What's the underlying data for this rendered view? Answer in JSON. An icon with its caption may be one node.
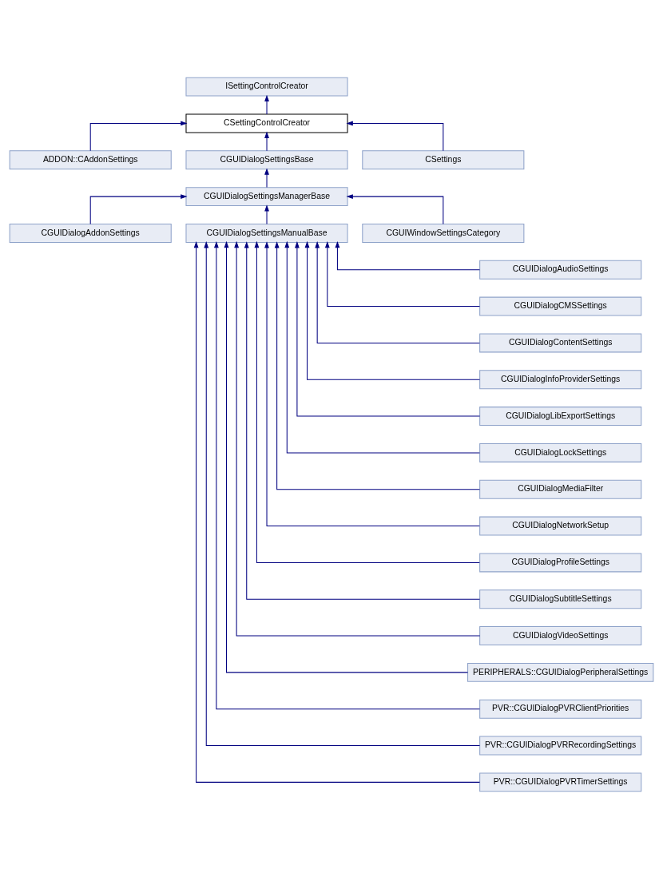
{
  "diagram": {
    "nodes": [
      {
        "text": [
          "ISettingControlCreator"
        ]
      },
      {
        "text": [
          "CSettingControlCreator"
        ]
      },
      {
        "text": [
          "ADDON::CAddonSettings"
        ]
      },
      {
        "text": [
          "CGUIDialogSettingsBase"
        ]
      },
      {
        "text": [
          "CSettings"
        ]
      },
      {
        "text": [
          "CGUIDialogSettingsManagerBase"
        ]
      },
      {
        "text": [
          "CGUIDialogAddonSettings"
        ]
      },
      {
        "text": [
          "CGUIDialogSettingsManualBase"
        ]
      },
      {
        "text": [
          "CGUIWindowSettingsCategory"
        ]
      },
      {
        "text": [
          "CGUIDialogAudioSettings"
        ]
      },
      {
        "text": [
          "CGUIDialogCMSSettings"
        ]
      },
      {
        "text": [
          "CGUIDialogContentSettings"
        ]
      },
      {
        "text": [
          "CGUIDialogInfoProviderSettings"
        ]
      },
      {
        "text": [
          "CGUIDialogLibExportSettings"
        ]
      },
      {
        "text": [
          "CGUIDialogLockSettings"
        ]
      },
      {
        "text": [
          "CGUIDialogMediaFilter"
        ]
      },
      {
        "text": [
          "CGUIDialogNetworkSetup"
        ]
      },
      {
        "text": [
          "CGUIDialogProfileSettings"
        ]
      },
      {
        "text": [
          "CGUIDialogSubtitleSettings"
        ]
      },
      {
        "text": [
          "CGUIDialogVideoSettings"
        ]
      },
      {
        "text": [
          "PERIPHERALS::CGUIDialogPeripheralSettings"
        ]
      },
      {
        "text": [
          "PVR::CGUIDialogPVRClientPriorities"
        ]
      },
      {
        "text": [
          "PVR::CGUIDialogPVRRecordingSettings"
        ]
      },
      {
        "text": [
          "PVR::CGUIDialogPVRTimerSettings"
        ]
      }
    ],
    "edges": [
      {
        "from": 1,
        "to": 0,
        "arrow": "to"
      },
      {
        "from": 2,
        "to": 1,
        "arrow": "to"
      },
      {
        "from": 3,
        "to": 1,
        "arrow": "to"
      },
      {
        "from": 4,
        "to": 1,
        "arrow": "to"
      },
      {
        "from": 5,
        "to": 3,
        "arrow": "to"
      },
      {
        "from": 6,
        "to": 5,
        "arrow": "to"
      },
      {
        "from": 7,
        "to": 5,
        "arrow": "to"
      },
      {
        "from": 8,
        "to": 5,
        "arrow": "to"
      },
      {
        "from": 9,
        "to": 7,
        "arrow": "to"
      },
      {
        "from": 10,
        "to": 7,
        "arrow": "to"
      },
      {
        "from": 11,
        "to": 7,
        "arrow": "to"
      },
      {
        "from": 12,
        "to": 7,
        "arrow": "to"
      },
      {
        "from": 13,
        "to": 7,
        "arrow": "to"
      },
      {
        "from": 14,
        "to": 7,
        "arrow": "to"
      },
      {
        "from": 15,
        "to": 7,
        "arrow": "to"
      },
      {
        "from": 16,
        "to": 7,
        "arrow": "to"
      },
      {
        "from": 17,
        "to": 7,
        "arrow": "to"
      },
      {
        "from": 18,
        "to": 7,
        "arrow": "to"
      },
      {
        "from": 19,
        "to": 7,
        "arrow": "to"
      },
      {
        "from": 20,
        "to": 7,
        "arrow": "to"
      },
      {
        "from": 21,
        "to": 7,
        "arrow": "to"
      },
      {
        "from": 22,
        "to": 7,
        "arrow": "to"
      },
      {
        "from": 23,
        "to": 7,
        "arrow": "to"
      }
    ]
  }
}
